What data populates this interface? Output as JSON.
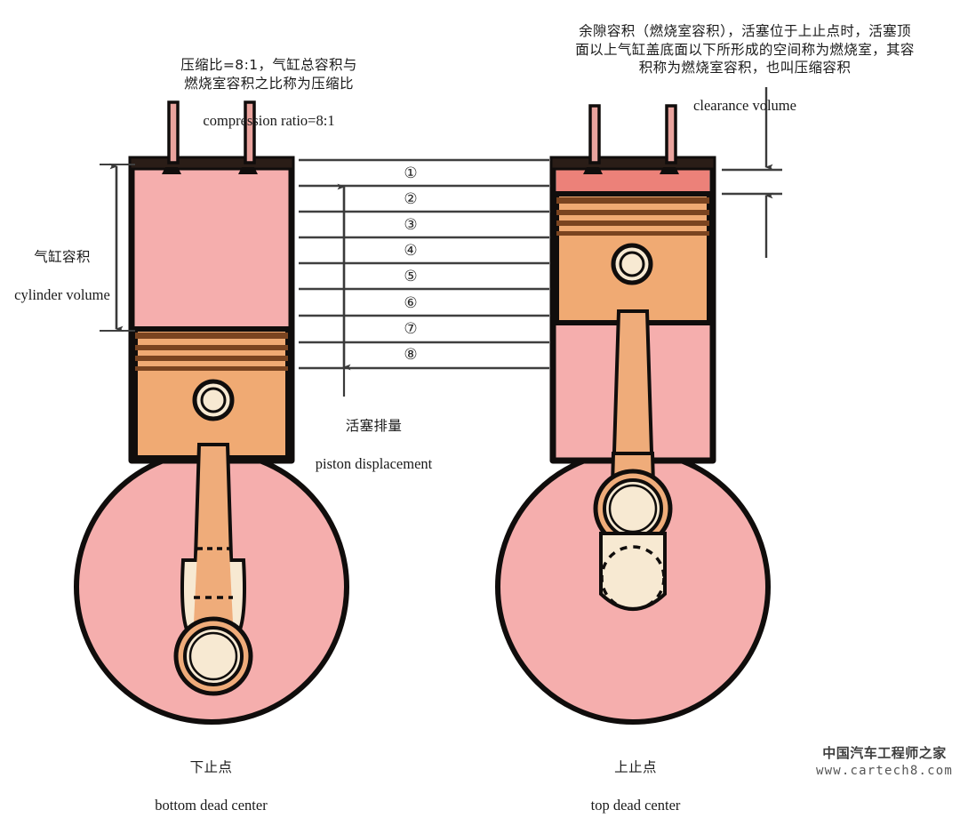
{
  "figure": {
    "title_cn": "压缩比=8:1，气缸总容积与燃烧室容积之比称为压缩比",
    "annotations": {
      "compression_ratio": {
        "cn": "压缩比=8:1，气缸总容积与\n燃烧室容积之比称为压缩比",
        "en": "compression ratio=8:1"
      },
      "clearance_volume": {
        "cn": "余隙容积（燃烧室容积），活塞位于上止点时，活塞顶\n面以上气缸盖底面以下所形成的空间称为燃烧室，其容\n积称为燃烧室容积，也叫压缩容积",
        "en": "clearance volume"
      },
      "cylinder_volume": {
        "cn": "气缸容积",
        "en": "cylinder volume"
      },
      "piston_displacement": {
        "cn": "活塞排量",
        "en": "piston displacement"
      }
    },
    "captions": {
      "left": {
        "cn": "下止点",
        "en": "bottom dead center"
      },
      "right": {
        "cn": "上止点",
        "en": "top dead center"
      }
    },
    "scale_numbers": [
      "①",
      "②",
      "③",
      "④",
      "⑤",
      "⑥",
      "⑦",
      "⑧"
    ],
    "colors": {
      "chamber_pink": "#F5AEAD",
      "clearance_red": "#EC8179",
      "piston_orange": "#F0AA73",
      "rod_orange": "#EFAC7A",
      "bearing_cream": "#F7E9D2",
      "outline_black": "#100D0C",
      "ring_groove": "#6B3A1C",
      "line_gray": "#555555",
      "background": "#FFFFFF"
    }
  },
  "watermark": {
    "cn": "中国汽车工程师之家",
    "url": "www.cartech8.com"
  }
}
